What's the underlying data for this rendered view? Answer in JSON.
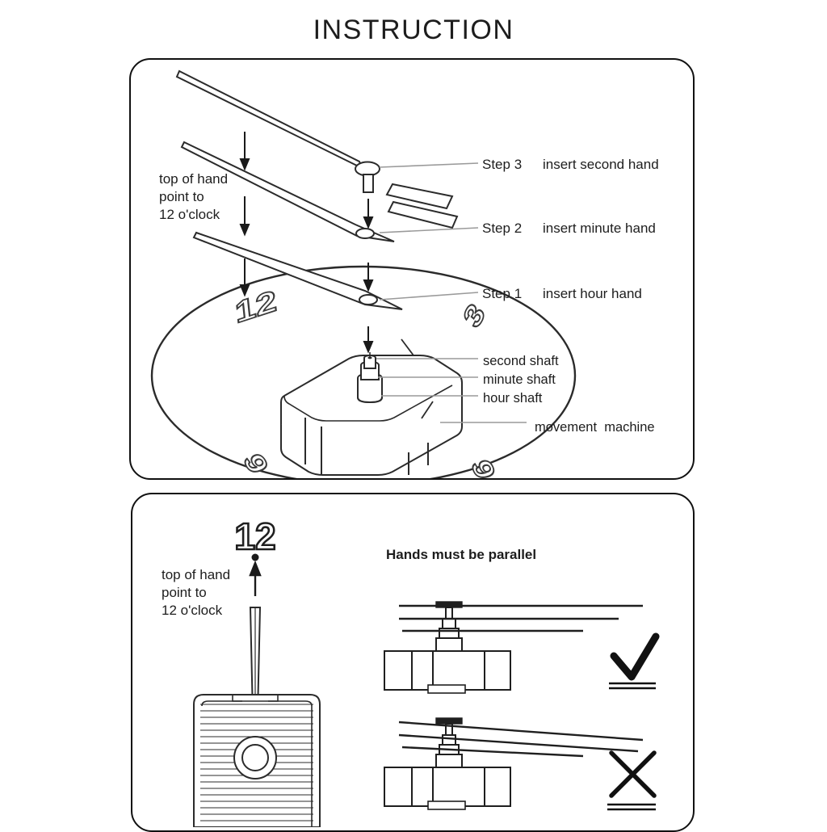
{
  "title": "INSTRUCTION",
  "panels": {
    "top": {
      "name": "assembly-steps-panel",
      "steps": [
        {
          "number": "Step 3",
          "text": "insert second hand"
        },
        {
          "number": "Step 2",
          "text": "insert minute hand"
        },
        {
          "number": "Step 1",
          "text": "insert hour hand"
        }
      ],
      "hand_note": "top of hand\npoint to\n12 o'clock",
      "hand_note_lines": [
        "top of hand",
        "point to",
        "12 o'clock"
      ],
      "shaft_labels": [
        "second shaft",
        "minute shaft",
        "hour shaft"
      ],
      "movement_label": "movement  machine",
      "clock_face_numerals": [
        "12",
        "3",
        "6",
        "9"
      ]
    },
    "bottom": {
      "name": "alignment-check-panel",
      "hand_note_lines": [
        "top of hand",
        "point to",
        "12 o'clock"
      ],
      "twelve_marker": "12",
      "parallel_note": "Hands must be parallel",
      "correct_mark": "check",
      "incorrect_mark": "cross"
    }
  },
  "colors": {
    "ink": "#1a1a1a",
    "line": "#2b2b2b",
    "leader": "#8c8c8c",
    "background": "#ffffff"
  }
}
